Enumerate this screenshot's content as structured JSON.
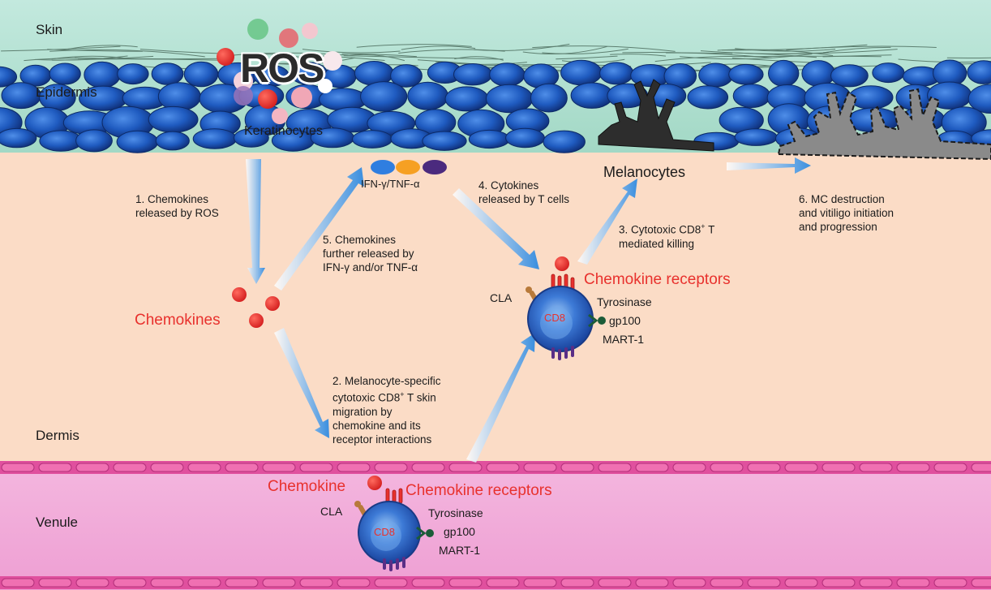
{
  "layers": {
    "skin": "Skin",
    "epidermis": "Epidermis",
    "dermis": "Dermis",
    "venule": "Venule"
  },
  "ros_label": "ROS",
  "keratinocytes_label": "Keratinocytes",
  "melanocytes_label": "Melanocytes",
  "cytokines_label": "IFN-γ/TNF-α",
  "chemokines_label": "Chemokines",
  "steps": {
    "s1": "1. Chemokines\nreleased by ROS",
    "s2_part1": "2. Melanocyte-specific\ncytotoxic CD8",
    "s2_sup": "+",
    "s2_part2": " T skin\nmigration by\nchemokine and its\nreceptor interactions",
    "s3_part1": "3. Cytotoxic CD8",
    "s3_sup": "+",
    "s3_part2": " T\nmediated killing",
    "s4": "4. Cytokines\nreleased by T cells",
    "s5": "5. Chemokines\nfurther released by\nIFN-γ and/or TNF-α",
    "s6": "6. MC destruction\nand vitiligo initiation\nand progression"
  },
  "dermis_cell": {
    "label": "CD8",
    "receptors_label": "Chemokine receptors",
    "cla_label": "CLA",
    "antigens": [
      "Tyrosinase",
      "gp100",
      "MART-1"
    ]
  },
  "venule_cell": {
    "label": "CD8",
    "chemokine_label": "Chemokine",
    "receptors_label": "Chemokine receptors",
    "cla_label": "CLA",
    "antigens": [
      "Tyrosinase",
      "gp100",
      "MART-1"
    ]
  },
  "colors": {
    "skin": "#a9dccb",
    "dermis": "#fbdcc6",
    "venule": "#f0a6d8",
    "vessel_wall": "#e0509e",
    "chemokine_red": "#e8312d",
    "cell_blue": "#1f56b8",
    "arrow_blue": "#4a9fe0"
  }
}
